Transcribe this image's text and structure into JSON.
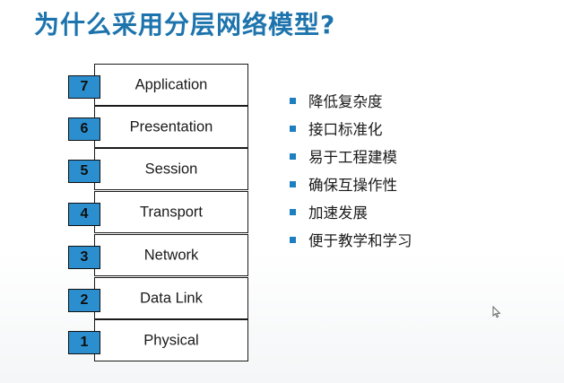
{
  "title": "为什么采用分层网络模型?",
  "colors": {
    "title": "#1d74ad",
    "layer_number_fill": "#2b8fcf",
    "bullet": "#1e7fc0",
    "border": "#1a1a1a"
  },
  "osi_layers": [
    {
      "number": "7",
      "name": "Application"
    },
    {
      "number": "6",
      "name": "Presentation"
    },
    {
      "number": "5",
      "name": "Session"
    },
    {
      "number": "4",
      "name": "Transport"
    },
    {
      "number": "3",
      "name": "Network"
    },
    {
      "number": "2",
      "name": "Data Link"
    },
    {
      "number": "1",
      "name": "Physical"
    }
  ],
  "bullets": [
    "降低复杂度",
    "接口标准化",
    "易于工程建模",
    "确保互操作性",
    "加速发展",
    "便于教学和学习"
  ],
  "side_mark": "",
  "icons": {
    "bullet": "square-bullet-icon",
    "pointer": "mouse-pointer-icon"
  }
}
